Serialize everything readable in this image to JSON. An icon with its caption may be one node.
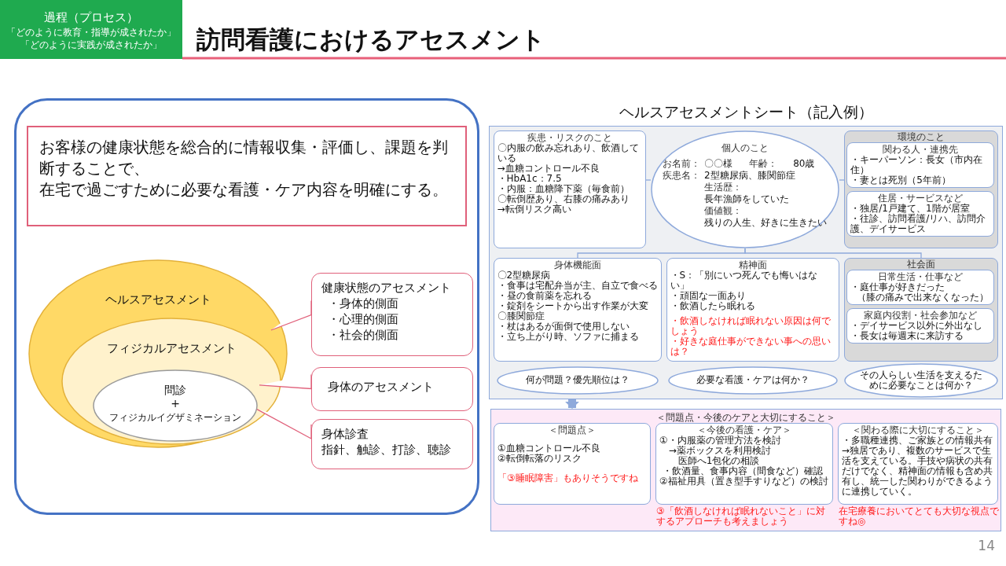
{
  "diagram": {
    "title": "訪問看護におけるアセスメント",
    "nodes": [
      {
        "text": [
          "過程（プロセス）",
          "「どのように教育・指導が成されたか」",
          "「どのように実践が成されたか」"
        ]
      },
      {
        "text": [],
        "shape": "box"
      },
      {
        "text": [
          "お客様の健康状態を総合的に情報収集・評価し、課題を判断することで、",
          "在宅で過ごすために必要な看護・ケア内容を明確にする。"
        ],
        "in": 1
      },
      {
        "text": [
          "ヘルスアセスメント"
        ],
        "in": 1
      },
      {
        "text": [
          "フィジカルアセスメント"
        ],
        "in": 3
      },
      {
        "text": [
          "問診",
          "+",
          "フィジカルイグザミネーション"
        ],
        "in": 4
      },
      {
        "text": [
          "健康状態のアセスメント",
          "・身体的側面",
          "・心理的側面",
          "・社会的側面"
        ],
        "in": 1
      },
      {
        "text": [
          "身体のアセスメント"
        ],
        "in": 1
      },
      {
        "text": [
          "身体診査",
          "指針、触診、打診、聴診"
        ],
        "in": 1
      },
      {
        "text": [],
        "shape": "box"
      },
      {
        "text": [
          "疾患・リスクのこと",
          "〇内服の飲み忘れあり、飲酒している",
          "→血糖コントロール不良",
          "・HbA1c：7.5",
          "・内服：血糖降下薬（毎食前）",
          "〇転倒歴あり、右膝の痛みあり",
          "→転倒リスク高い"
        ],
        "in": 9
      },
      {
        "text": [
          "個人のこと",
          "お名前：",
          "〇〇様",
          "年齢：",
          "80歳",
          "疾患名：",
          "2型糖尿病、膝関節症",
          "生活歴：",
          "長年漁師をしていた",
          "価値観：",
          "残りの人生、好きに生きたい"
        ],
        "in": 9
      },
      {
        "text": [
          "環境のこと"
        ],
        "in": 9
      },
      {
        "text": [
          "関わる人・連携先",
          "・キーパーソン：長女（市内在住）",
          "・妻とは死別（5年前）"
        ],
        "in": 12
      },
      {
        "text": [
          "住居・サービスなど",
          "・独居/1戸建て、1階が居室",
          "・往診、訪問看護/リハ、訪問介護、デイサービス"
        ],
        "in": 12
      },
      {
        "text": [
          "身体機能面",
          "〇2型糖尿病",
          "・食事は宅配弁当が主、自立で食べる",
          "・昼の食前薬を忘れる",
          "・錠剤をシートから出す作業が大変",
          "〇膝関節症",
          "・杖はあるが面倒で使用しない",
          "・立ち上がり時、ソファに捕まる"
        ],
        "in": 9
      },
      {
        "text": [
          "精神面",
          "・S：「別にいつ死んでも悔いはない」",
          "・頑固な一面あり",
          "・飲酒したら眠れる",
          "・飲酒しなければ眠れない原因は何でしょう",
          "・好きな庭仕事ができない事への思いは？"
        ],
        "in": 9
      },
      {
        "text": [
          "社会面"
        ],
        "in": 9
      },
      {
        "text": [
          "日常生活・仕事など",
          "・庭仕事が好きだった",
          "（膝の痛みで出来なくなった）"
        ],
        "in": 17
      },
      {
        "text": [
          "家庭内役割・社会参加など",
          "・デイサービス以外に外出なし",
          "・長女は毎週末に来訪する"
        ],
        "in": 17
      },
      {
        "text": [
          "何が問題？優先順位は？"
        ],
        "in": 9
      },
      {
        "text": [
          "必要な看護・ケアは何か？"
        ],
        "in": 9
      },
      {
        "text": [
          "その人らしい生活を支えるために必要なことは何か？"
        ],
        "in": 9
      },
      {
        "text": [
          "＜問題点・今後のケアと大切にすること＞"
        ]
      },
      {
        "text": [
          "＜問題点＞",
          "①血糖コントロール不良",
          "②転倒転落のリスク",
          "「③睡眠障害」もありそうですね"
        ],
        "in": 23
      },
      {
        "text": [
          "＜今後の看護・ケア＞",
          "①・内服薬の管理方法を検討",
          "→薬ボックスを利用検討",
          "医師へ1包化の相談",
          "・飲酒量、食事内容（間食など）確認",
          "②福祉用具（置き型手すりなど）の検討"
        ],
        "beside": [
          "③「飲酒しなければ眠れないこと」に対するアプローチも考えましょう"
        ],
        "in": 23
      },
      {
        "text": [
          "＜関わる際に大切にすること＞",
          "・多職種連携、ご家族との情報共有",
          "→独居であり、複数のサービスで生活を支えている。手技や病状の共有だけでなく、精神面の情報も含め共有し、統一した関わりができるように連携していく。"
        ],
        "beside": [
          "在宅療養においてとても大切な視点ですね◎"
        ],
        "in": 23
      }
    ],
    "edges": [
      {
        "from": 6,
        "to": 3,
        "arrow": "none",
        "color": "#e0607a"
      },
      {
        "from": 7,
        "to": 4,
        "arrow": "none",
        "color": "#e0607a"
      },
      {
        "from": 8,
        "to": 5,
        "arrow": "none",
        "color": "#e0607a"
      },
      {
        "from": 11,
        "to": 10,
        "arrow": "none"
      },
      {
        "from": 11,
        "to": 12,
        "arrow": "none"
      },
      {
        "from": 11,
        "to": 15,
        "arrow": "none"
      },
      {
        "from": 11,
        "to": 17,
        "arrow": "none"
      },
      {
        "from": 9,
        "to": 23,
        "arrow": "to",
        "style": "thick"
      }
    ],
    "labels": [
      "ヘルスアセスメントシート（記入例）",
      "14"
    ]
  }
}
